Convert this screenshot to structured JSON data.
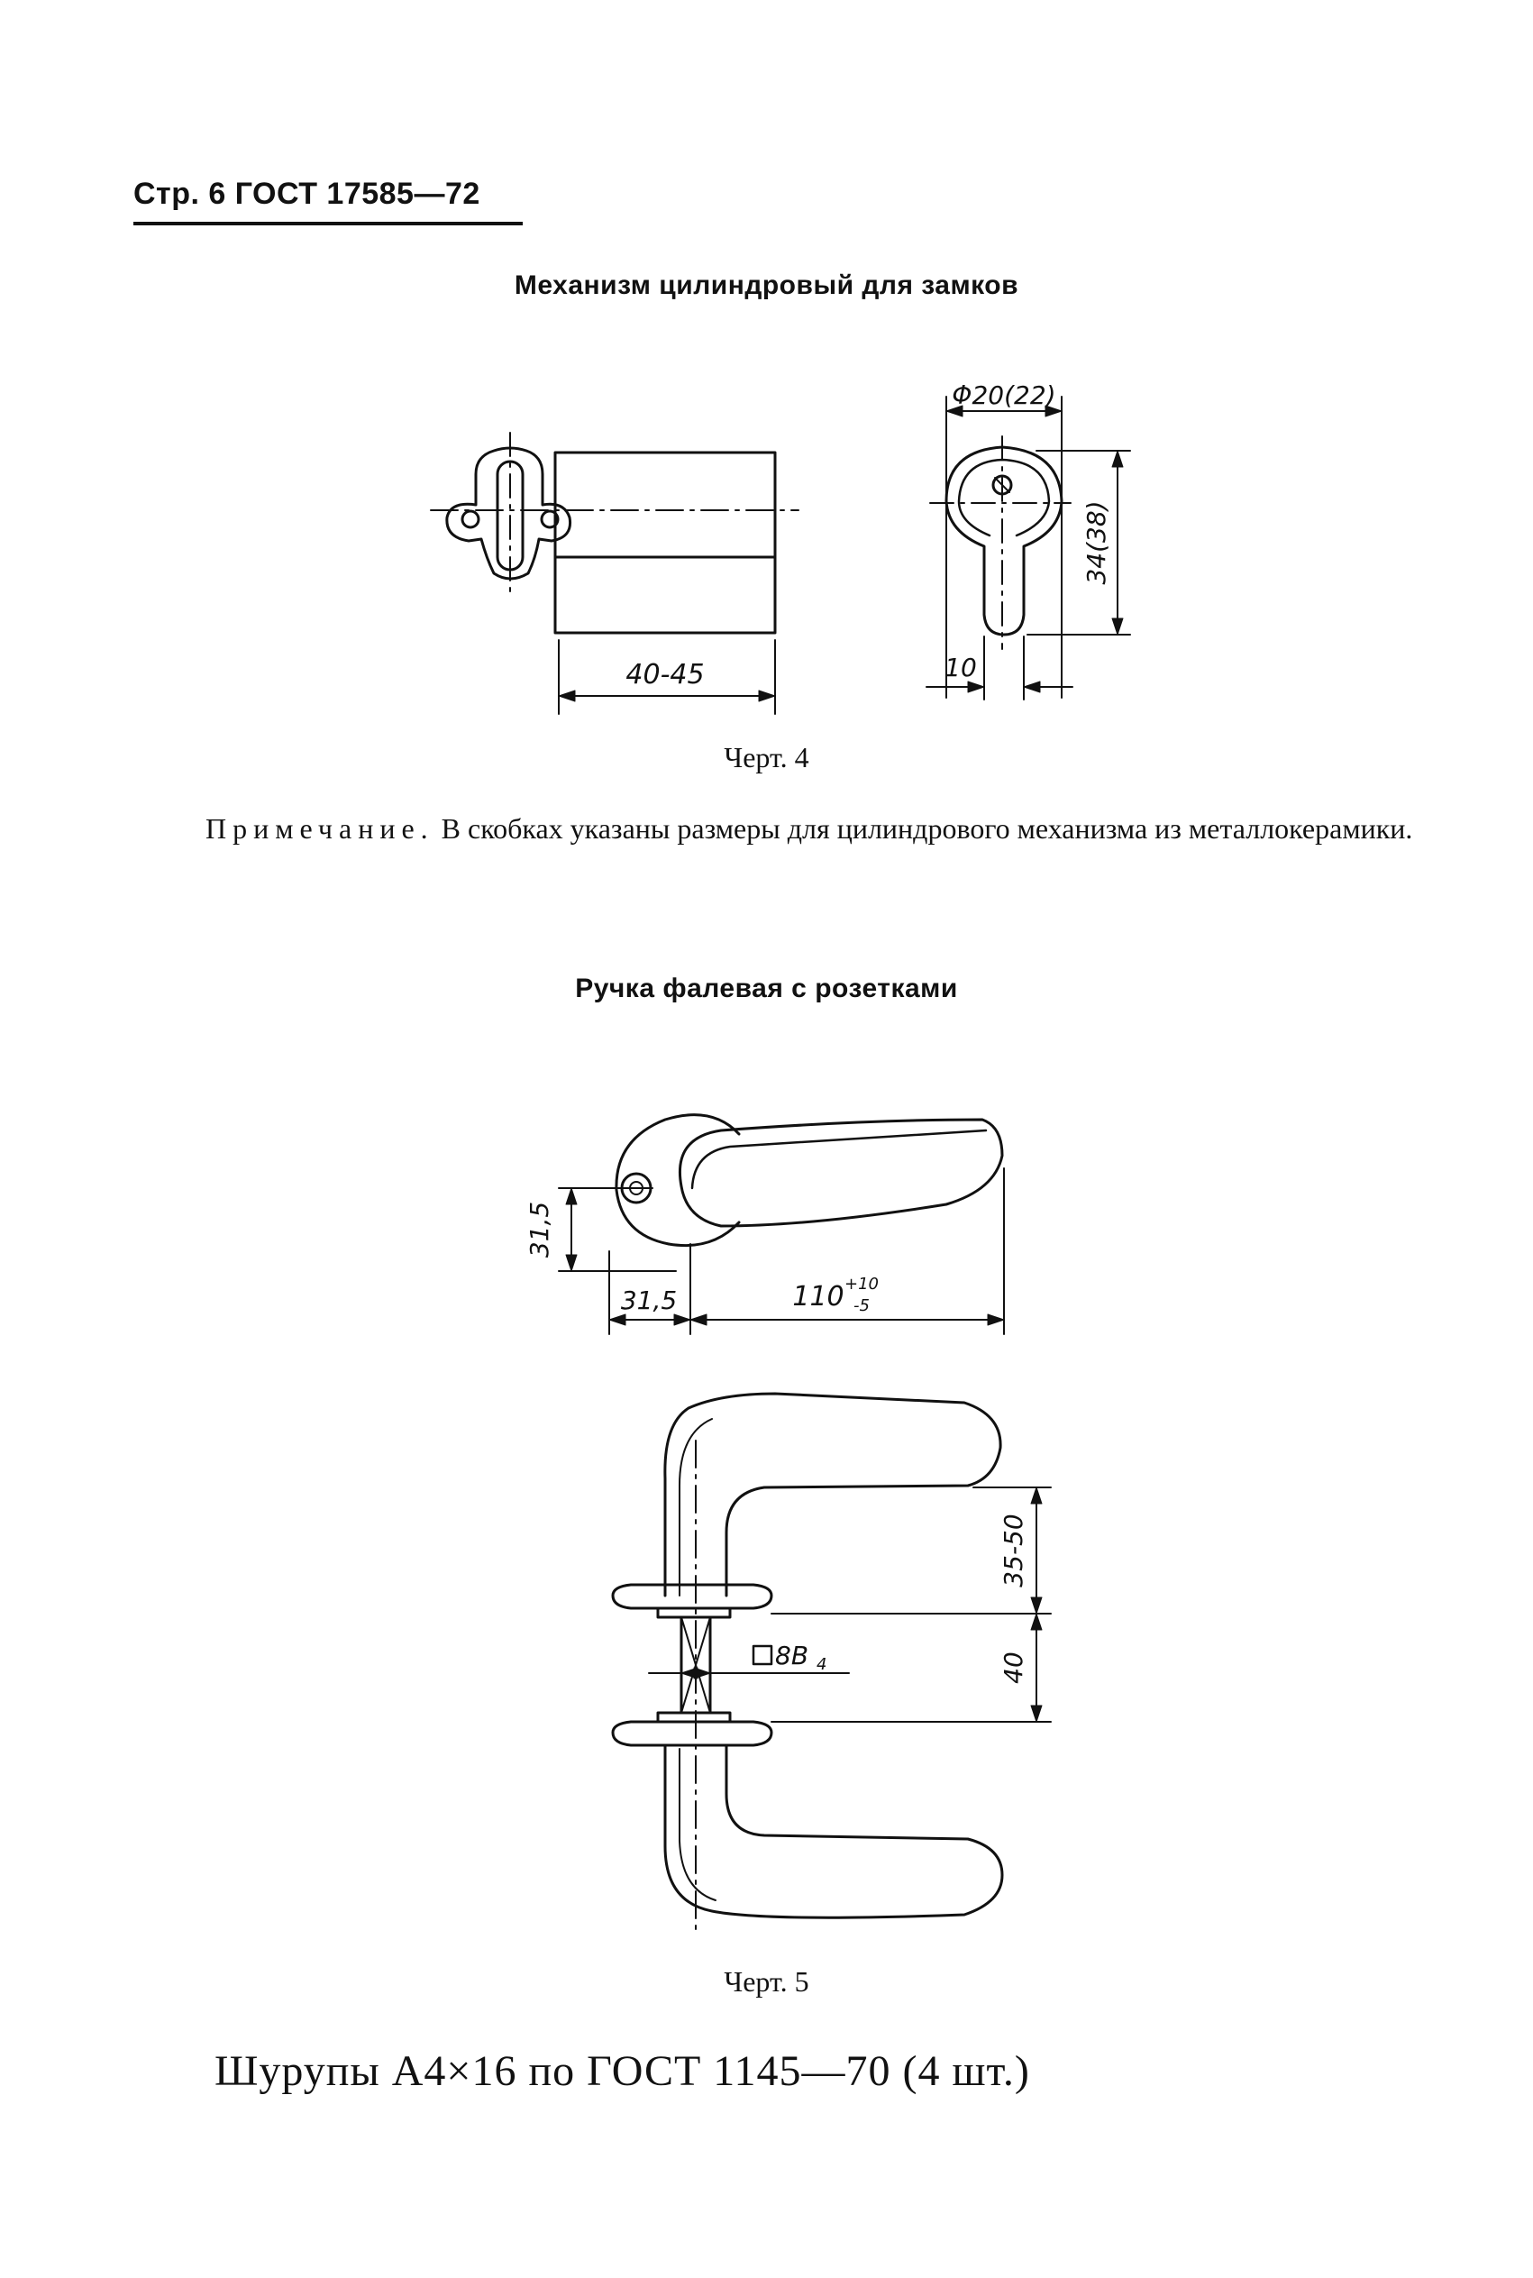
{
  "header": {
    "text": "Стр. 6 ГОСТ 17585—72"
  },
  "section1": {
    "title": "Механизм цилиндровый для замков",
    "dimensions": {
      "diameter": "Φ20(22)",
      "height": "34(38)",
      "width": "10",
      "length": "40-45"
    },
    "caption": "Черт. 4"
  },
  "note": {
    "lead": "Примечание.",
    "text": "В скобках указаны размеры для цилиндрового механизма из металлокерамики."
  },
  "section2": {
    "title": "Ручка фалевая с розетками",
    "dimensions": {
      "rosette_height": "31,5",
      "rosette_offset": "31,5",
      "handle_length_base": "110",
      "handle_length_tol_upper": "+10",
      "handle_length_tol_lower": "-5",
      "handle_height": "35-50",
      "rosette_spacing": "40",
      "square": "8B",
      "square_sub": "4"
    },
    "caption": "Черт. 5"
  },
  "footer": {
    "text": "Шурупы А4×16 по ГОСТ 1145—70 (4 шт.)"
  }
}
